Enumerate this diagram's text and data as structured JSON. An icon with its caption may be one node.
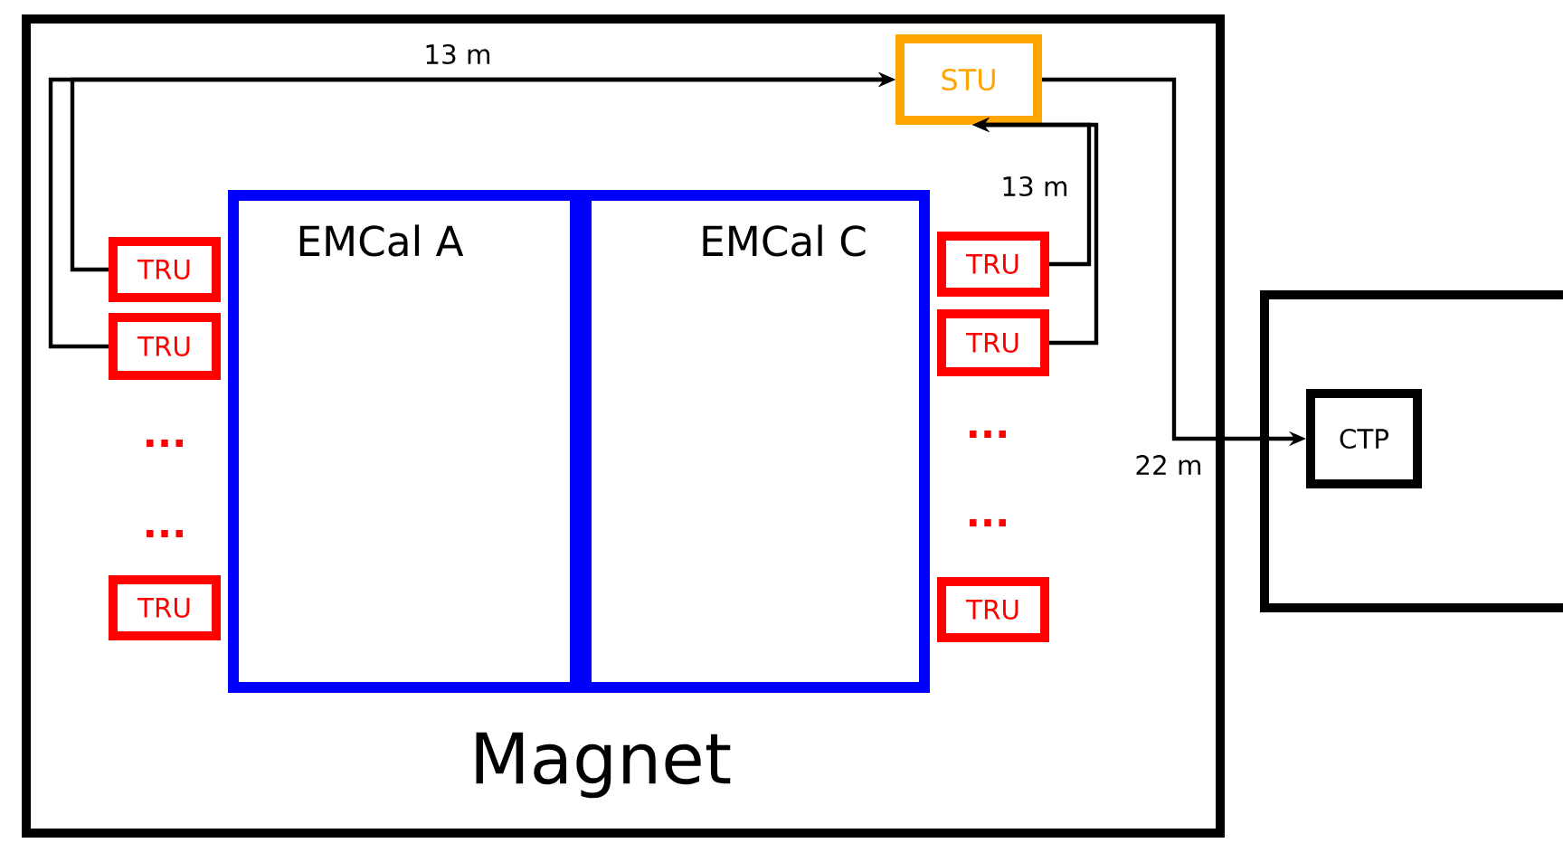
{
  "diagram": {
    "nodes": [
      {
        "text": [
          "Magnet"
        ]
      },
      {
        "text": [
          "EMCal A"
        ],
        "in": 0
      },
      {
        "text": [
          "EMCal C"
        ],
        "in": 0
      },
      {
        "text": [
          "STU"
        ],
        "in": 0
      },
      {
        "text": [
          "TRU"
        ],
        "in": 0
      },
      {
        "text": [
          "TRU"
        ],
        "in": 0
      },
      {
        "text": [
          "TRU"
        ],
        "in": 0
      },
      {
        "text": [
          "TRU"
        ],
        "in": 0
      },
      {
        "text": [
          "TRU"
        ],
        "in": 0
      },
      {
        "text": [
          "TRU"
        ],
        "in": 0
      },
      {
        "text": [],
        "shape": "box"
      },
      {
        "text": [
          "CTP"
        ],
        "in": 10
      }
    ],
    "edges": [
      {
        "from": 4,
        "to": 3,
        "arrow": "to",
        "label": "13 m"
      },
      {
        "from": 5,
        "to": 3,
        "arrow": "to"
      },
      {
        "from": 7,
        "to": 3,
        "arrow": "to",
        "label": "13 m"
      },
      {
        "from": 8,
        "to": 3,
        "arrow": "to"
      },
      {
        "from": 3,
        "to": 11,
        "arrow": "to",
        "label": "22 m"
      }
    ],
    "labels": [
      "...",
      "...",
      "...",
      "..."
    ]
  }
}
